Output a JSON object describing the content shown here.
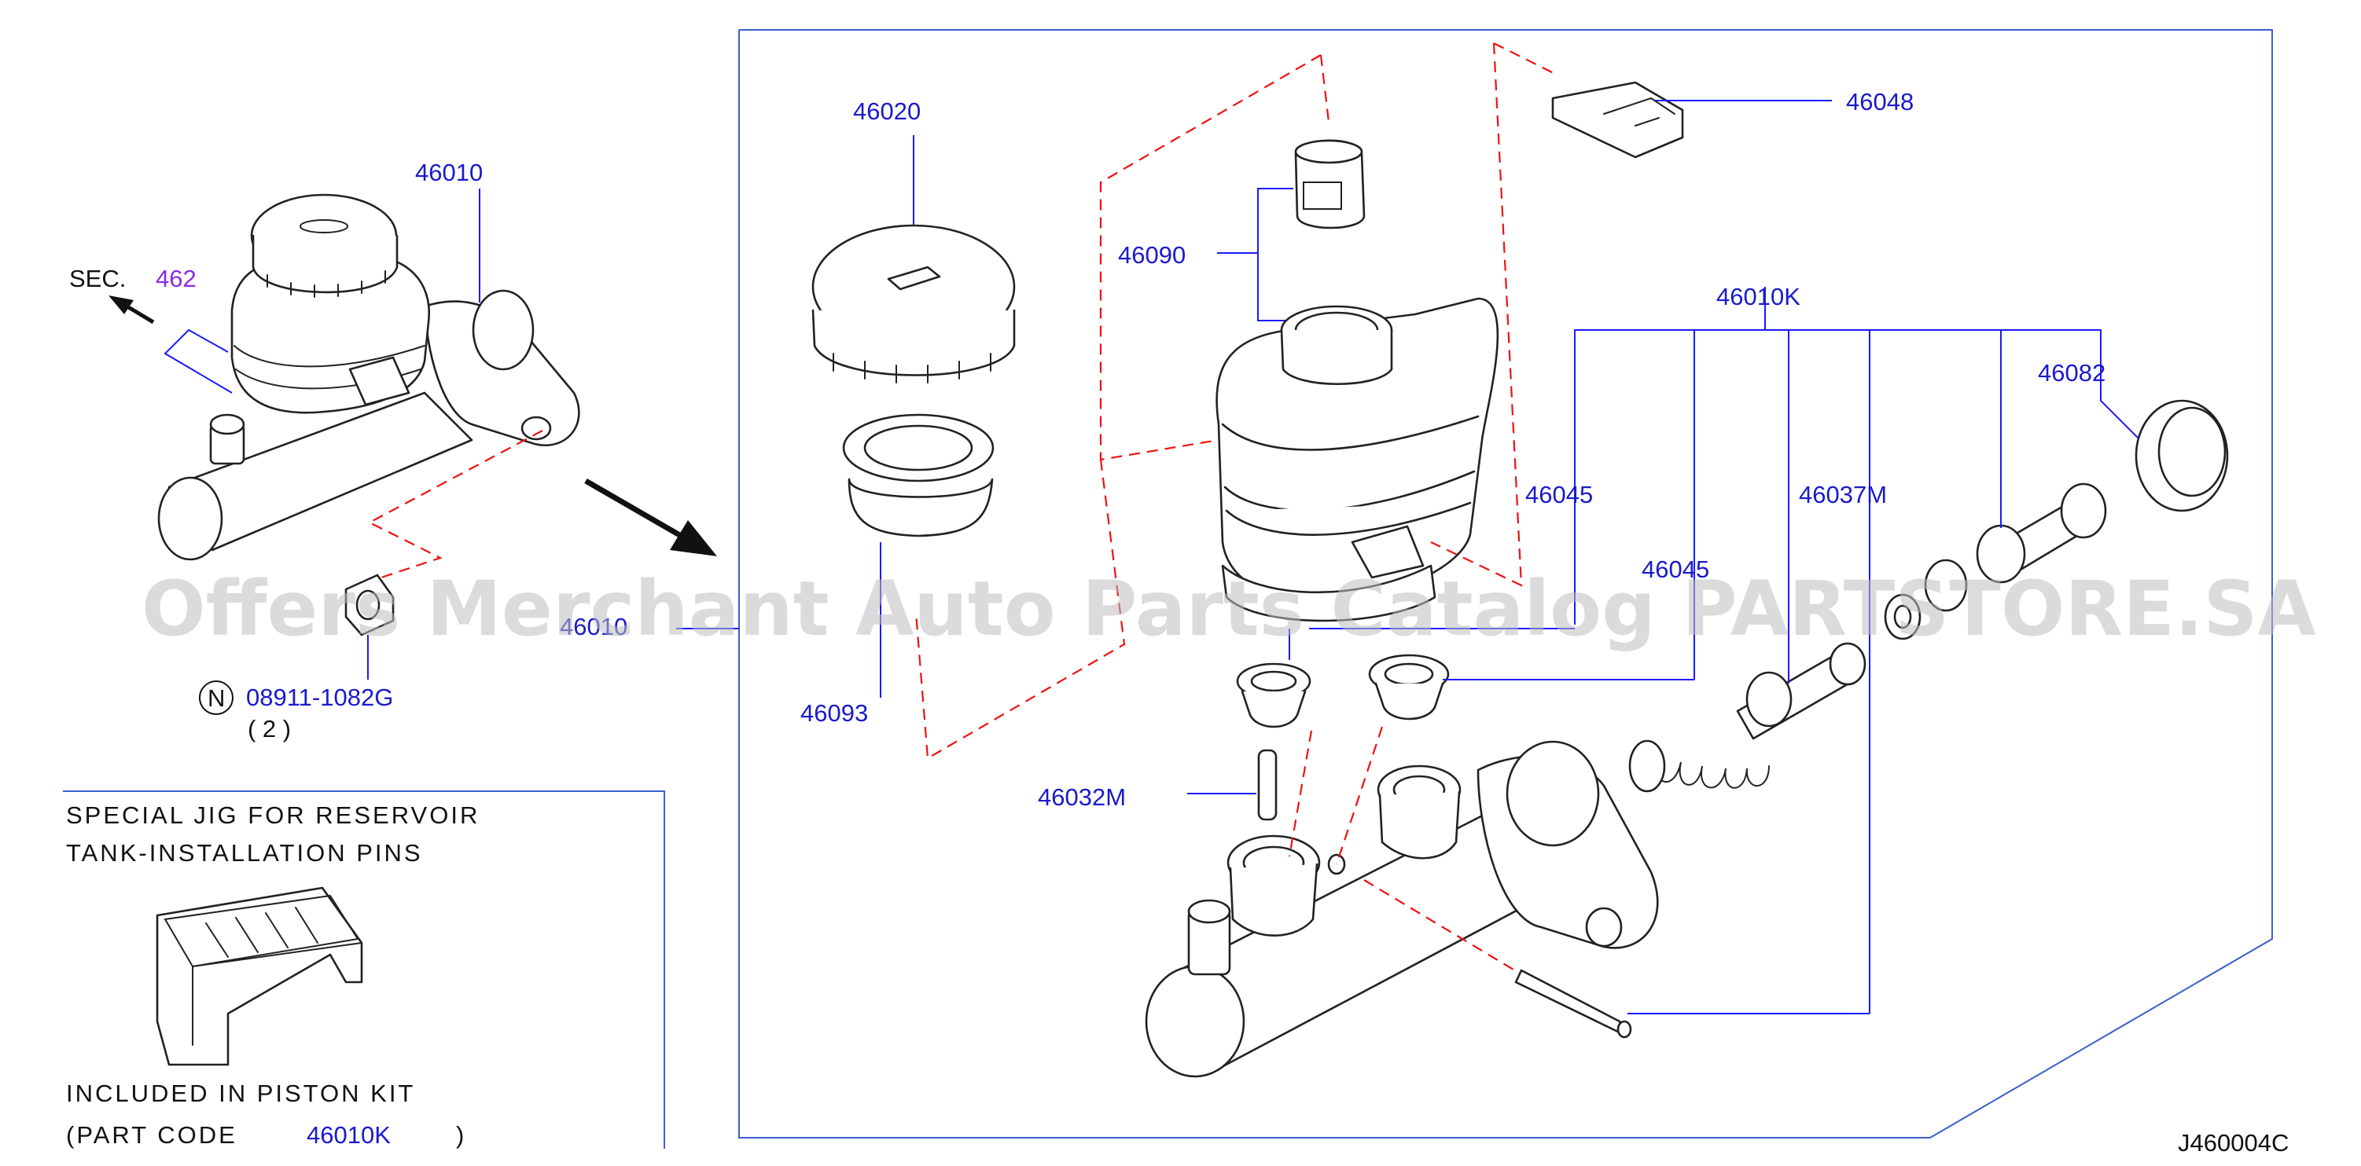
{
  "parts": {
    "p46010": "46010",
    "p46020": "46020",
    "p46090": "46090",
    "p46048": "46048",
    "p46010K": "46010K",
    "p46082": "46082",
    "p46045a": "46045",
    "p46045b": "46045",
    "p46037M": "46037M",
    "p46093": "46093",
    "p46032M": "46032M",
    "p46010_cut": "46010",
    "bolt": "08911-1082G",
    "bolt_qty": "( 2 )",
    "n_mark": "N"
  },
  "section_ref": {
    "prefix": "SEC.",
    "number": "462"
  },
  "jig_note": {
    "line1": "SPECIAL JIG FOR RESERVOIR",
    "line2": "TANK-INSTALLATION PINS",
    "line3": "INCLUDED IN PISTON KIT",
    "line4_prefix": "(PART CODE",
    "line4_code": "46010K",
    "line4_suffix": ")"
  },
  "diagram_code": "J460004C",
  "watermark": "Offers Merchant Auto Parts Catalog PARTSTORE.SA",
  "colors": {
    "label": "#1a1acc",
    "frame": "#3a5fcd",
    "dash": "#ee1111",
    "section": "#8a2be2"
  }
}
